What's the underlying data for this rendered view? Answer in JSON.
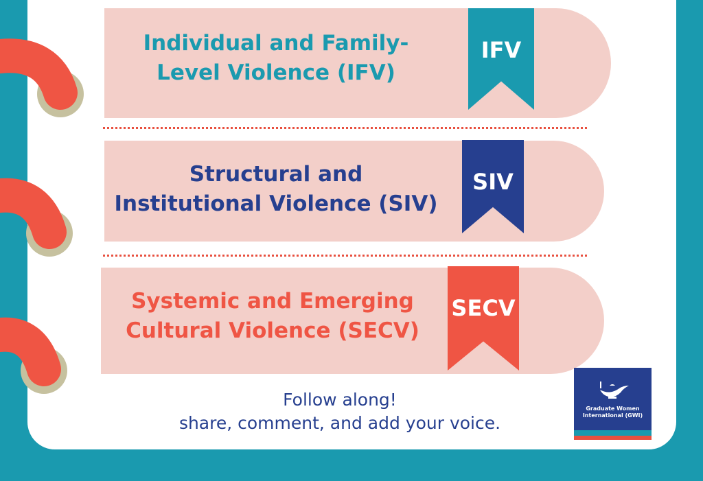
{
  "colors": {
    "teal": "#1a9aaf",
    "navy": "#263f8f",
    "coral": "#ef5544",
    "pink": "#f3cfc9"
  },
  "rows": [
    {
      "title_line1": "Individual and Family-",
      "title_line2": "Level Violence (IFV)",
      "badge": "IFV"
    },
    {
      "title_line1": "Structural and",
      "title_line2": "Institutional Violence (SIV)",
      "badge": "SIV"
    },
    {
      "title_line1": "Systemic and Emerging",
      "title_line2": "Cultural Violence (SECV)",
      "badge": "SECV"
    }
  ],
  "footer": {
    "line1": "Follow along!",
    "line2": "share, comment, and add your voice."
  },
  "logo": {
    "name_line1": "Graduate Women",
    "name_line2": "International (GWI)"
  }
}
